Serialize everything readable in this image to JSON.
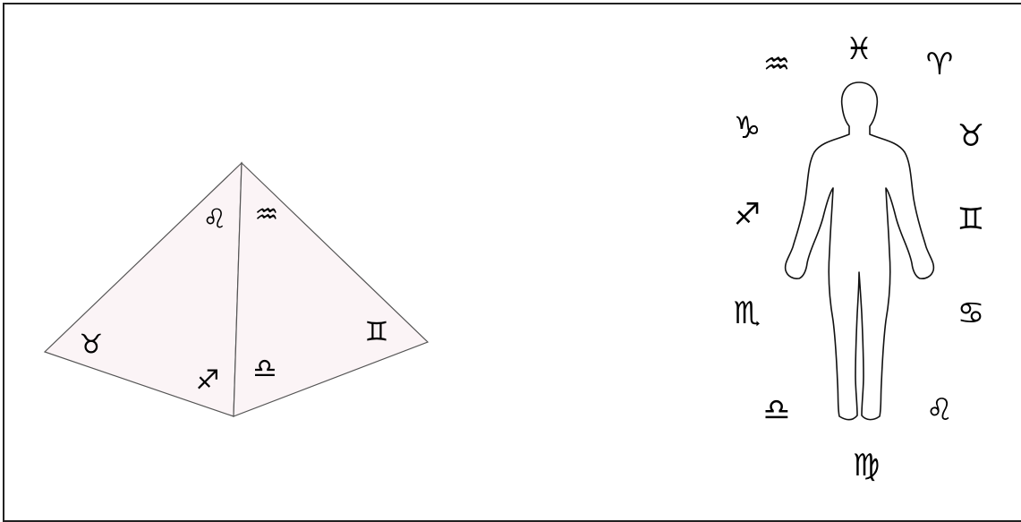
{
  "pyramid": {
    "fill_color": "#fbf4f6",
    "stroke_color": "#555555",
    "signs": [
      {
        "name": "leo",
        "symbol": "♌"
      },
      {
        "name": "aquarius",
        "symbol": "♒"
      },
      {
        "name": "taurus",
        "symbol": "♉"
      },
      {
        "name": "gemini",
        "symbol": "♊"
      },
      {
        "name": "sagittarius",
        "symbol": "♐"
      },
      {
        "name": "libra",
        "symbol": "♎"
      }
    ]
  },
  "zodiac_man": {
    "outline_color": "#111111",
    "signs": [
      {
        "name": "pisces",
        "symbol": "♓"
      },
      {
        "name": "aries",
        "symbol": "♈"
      },
      {
        "name": "taurus",
        "symbol": "♉"
      },
      {
        "name": "gemini",
        "symbol": "♊"
      },
      {
        "name": "cancer",
        "symbol": "♋"
      },
      {
        "name": "leo",
        "symbol": "♌"
      },
      {
        "name": "virgo",
        "symbol": "♍"
      },
      {
        "name": "libra",
        "symbol": "♎"
      },
      {
        "name": "scorpio",
        "symbol": "♏"
      },
      {
        "name": "sagittarius",
        "symbol": "♐"
      },
      {
        "name": "capricorn",
        "symbol": "♑"
      },
      {
        "name": "aquarius",
        "symbol": "♒"
      }
    ]
  }
}
